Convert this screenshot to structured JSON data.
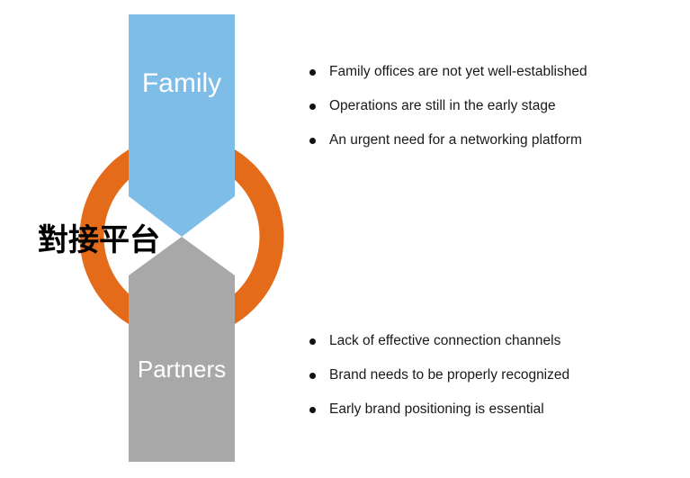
{
  "colors": {
    "family_arrow": "#7fbde9",
    "partners_arrow": "#a8a8a8",
    "ring": "#e46b1a",
    "platform_text": "#000000"
  },
  "family": {
    "label": "Family",
    "bullets": [
      "Family offices are not yet well-established",
      "Operations are still in the early stage",
      "An urgent need for a networking platform"
    ]
  },
  "partners": {
    "label": "Partners",
    "bullets": [
      "Lack of effective connection channels",
      "Brand needs to be properly recognized",
      "Early brand positioning is essential"
    ]
  },
  "platform": {
    "label": "對接平台"
  }
}
